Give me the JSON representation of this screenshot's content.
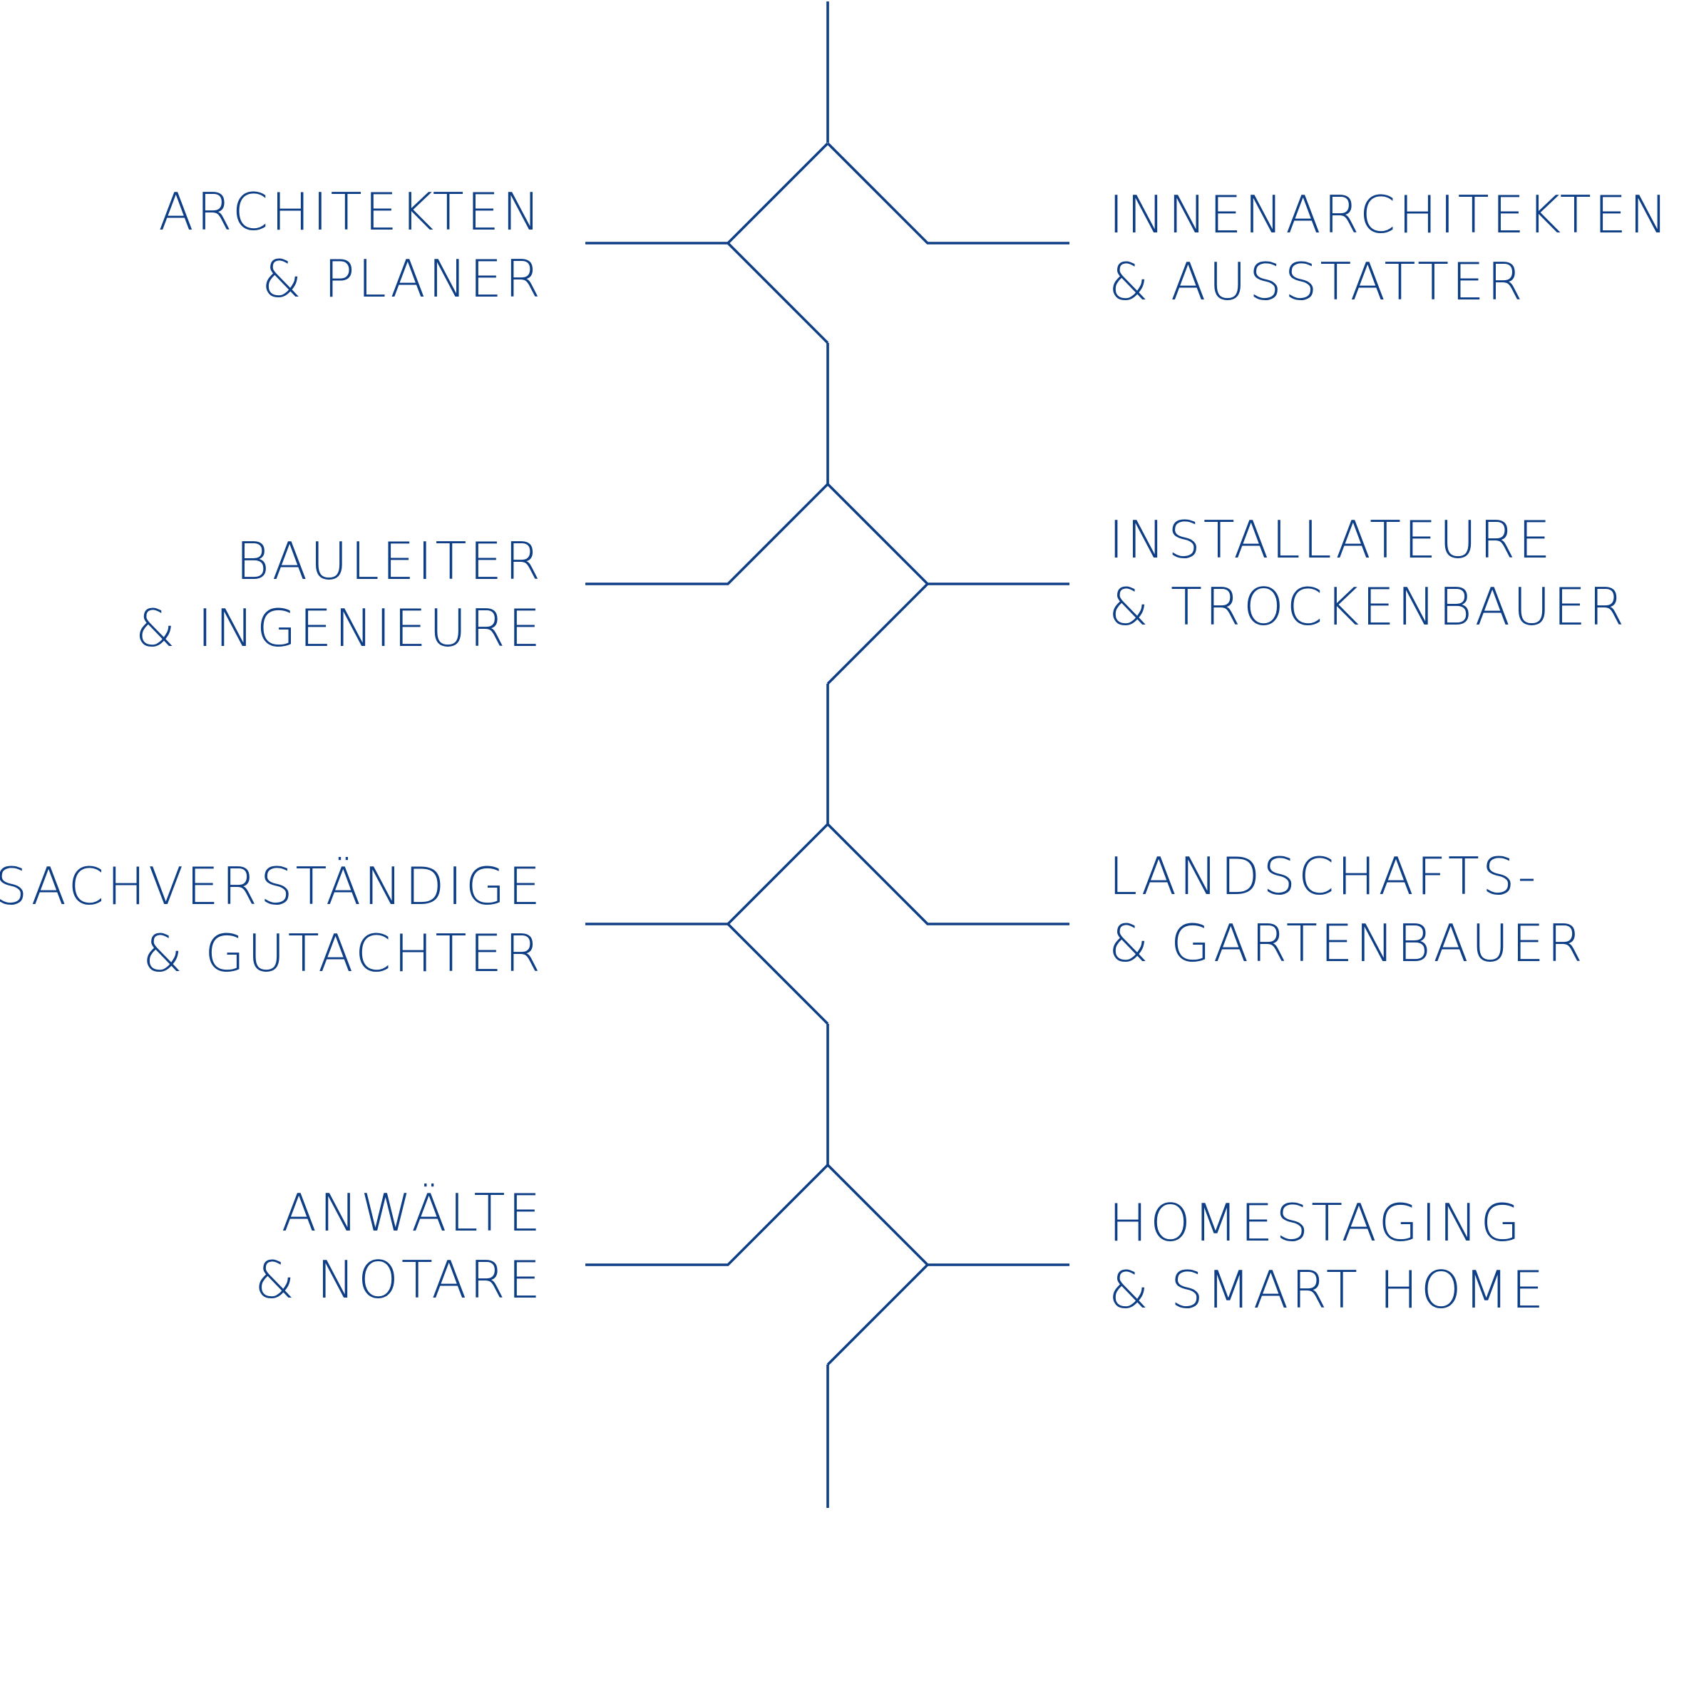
{
  "colors": {
    "line": "#0e3f86",
    "text": "#0e3f86",
    "background": "#ffffff"
  },
  "branches": [
    {
      "left": {
        "line1": "ARCHITEKTEN",
        "line2": "& PLANER"
      },
      "right": {
        "line1": "INNENARCHITEKTEN",
        "line2": "& AUSSTATTER"
      }
    },
    {
      "left": {
        "line1": "BAULEITER",
        "line2": "& INGENIEURE"
      },
      "right": {
        "line1": "INSTALLATEURE",
        "line2": "& TROCKENBAUER"
      }
    },
    {
      "left": {
        "line1": "SACHVERSTÄNDIGE",
        "line2": "& GUTACHTER"
      },
      "right": {
        "line1": "LANDSCHAFTS-",
        "line2": "& GARTENBAUER"
      }
    },
    {
      "left": {
        "line1": "ANWÄLTE",
        "line2": "& NOTARE"
      },
      "right": {
        "line1": "HOMESTAGING",
        "line2": "& SMART HOME"
      }
    }
  ]
}
